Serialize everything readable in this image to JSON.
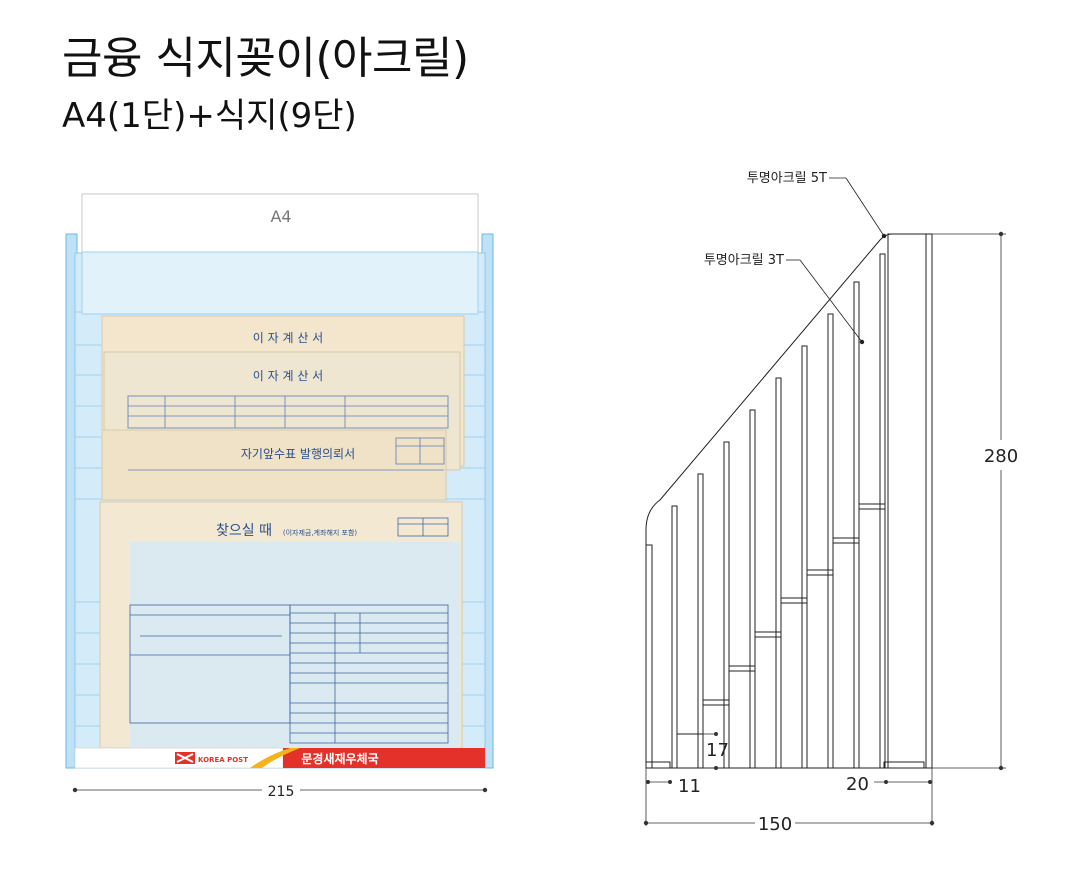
{
  "header": {
    "title": "금융 식지꽂이(아크릴)",
    "subtitle": "A4(1단)+식지(9단)"
  },
  "front_view": {
    "a4_label": "A4",
    "width_dim": "215",
    "forms": [
      {
        "title": "이 자 계 산 서"
      },
      {
        "title": "이 자 계 산 서"
      },
      {
        "title": "자기앞수표 발행의뢰서"
      },
      {
        "title": "찾으실 때",
        "subtitle": "(이자제금,계좌해지 포함)"
      }
    ],
    "banner": {
      "logo_text": "KOREA POST",
      "text": "문경새재우체국"
    }
  },
  "side_view": {
    "label_5t": "투명아크릴 5T",
    "label_3t": "투명아크릴 3T",
    "dim_height": "280",
    "dim_depth": "150",
    "dim_step_h": "17",
    "dim_front": "11",
    "dim_back": "20"
  },
  "colors": {
    "acrylic": "#cfe9f7",
    "acrylic_edge": "#7fc3ea",
    "banner": "#e4322b",
    "form_paper": "#f5e7cf",
    "form_ink": "#2a4f8f"
  }
}
